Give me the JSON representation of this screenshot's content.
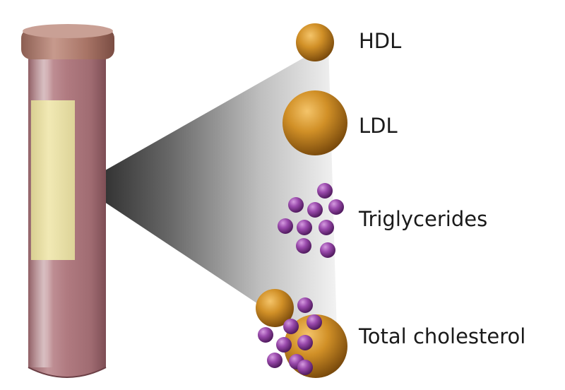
{
  "labels": {
    "hdl": "HDL",
    "ldl": "LDL",
    "triglycerides": "Triglycerides",
    "total_cholesterol": "Total cholesterol"
  },
  "colors": {
    "lipoprotein": "#c98a1e",
    "triglyceride": "#8e3fa0",
    "tube_cap": "#b6857a",
    "tube_blood": "#b07a80",
    "tube_label": "#ece3a6"
  },
  "icons": {
    "hdl": "small-orange-sphere",
    "ldl": "large-orange-sphere",
    "triglycerides": "purple-dot-cluster",
    "total_cholesterol": "mixed-sphere-cluster",
    "specimen": "blood-test-tube"
  }
}
